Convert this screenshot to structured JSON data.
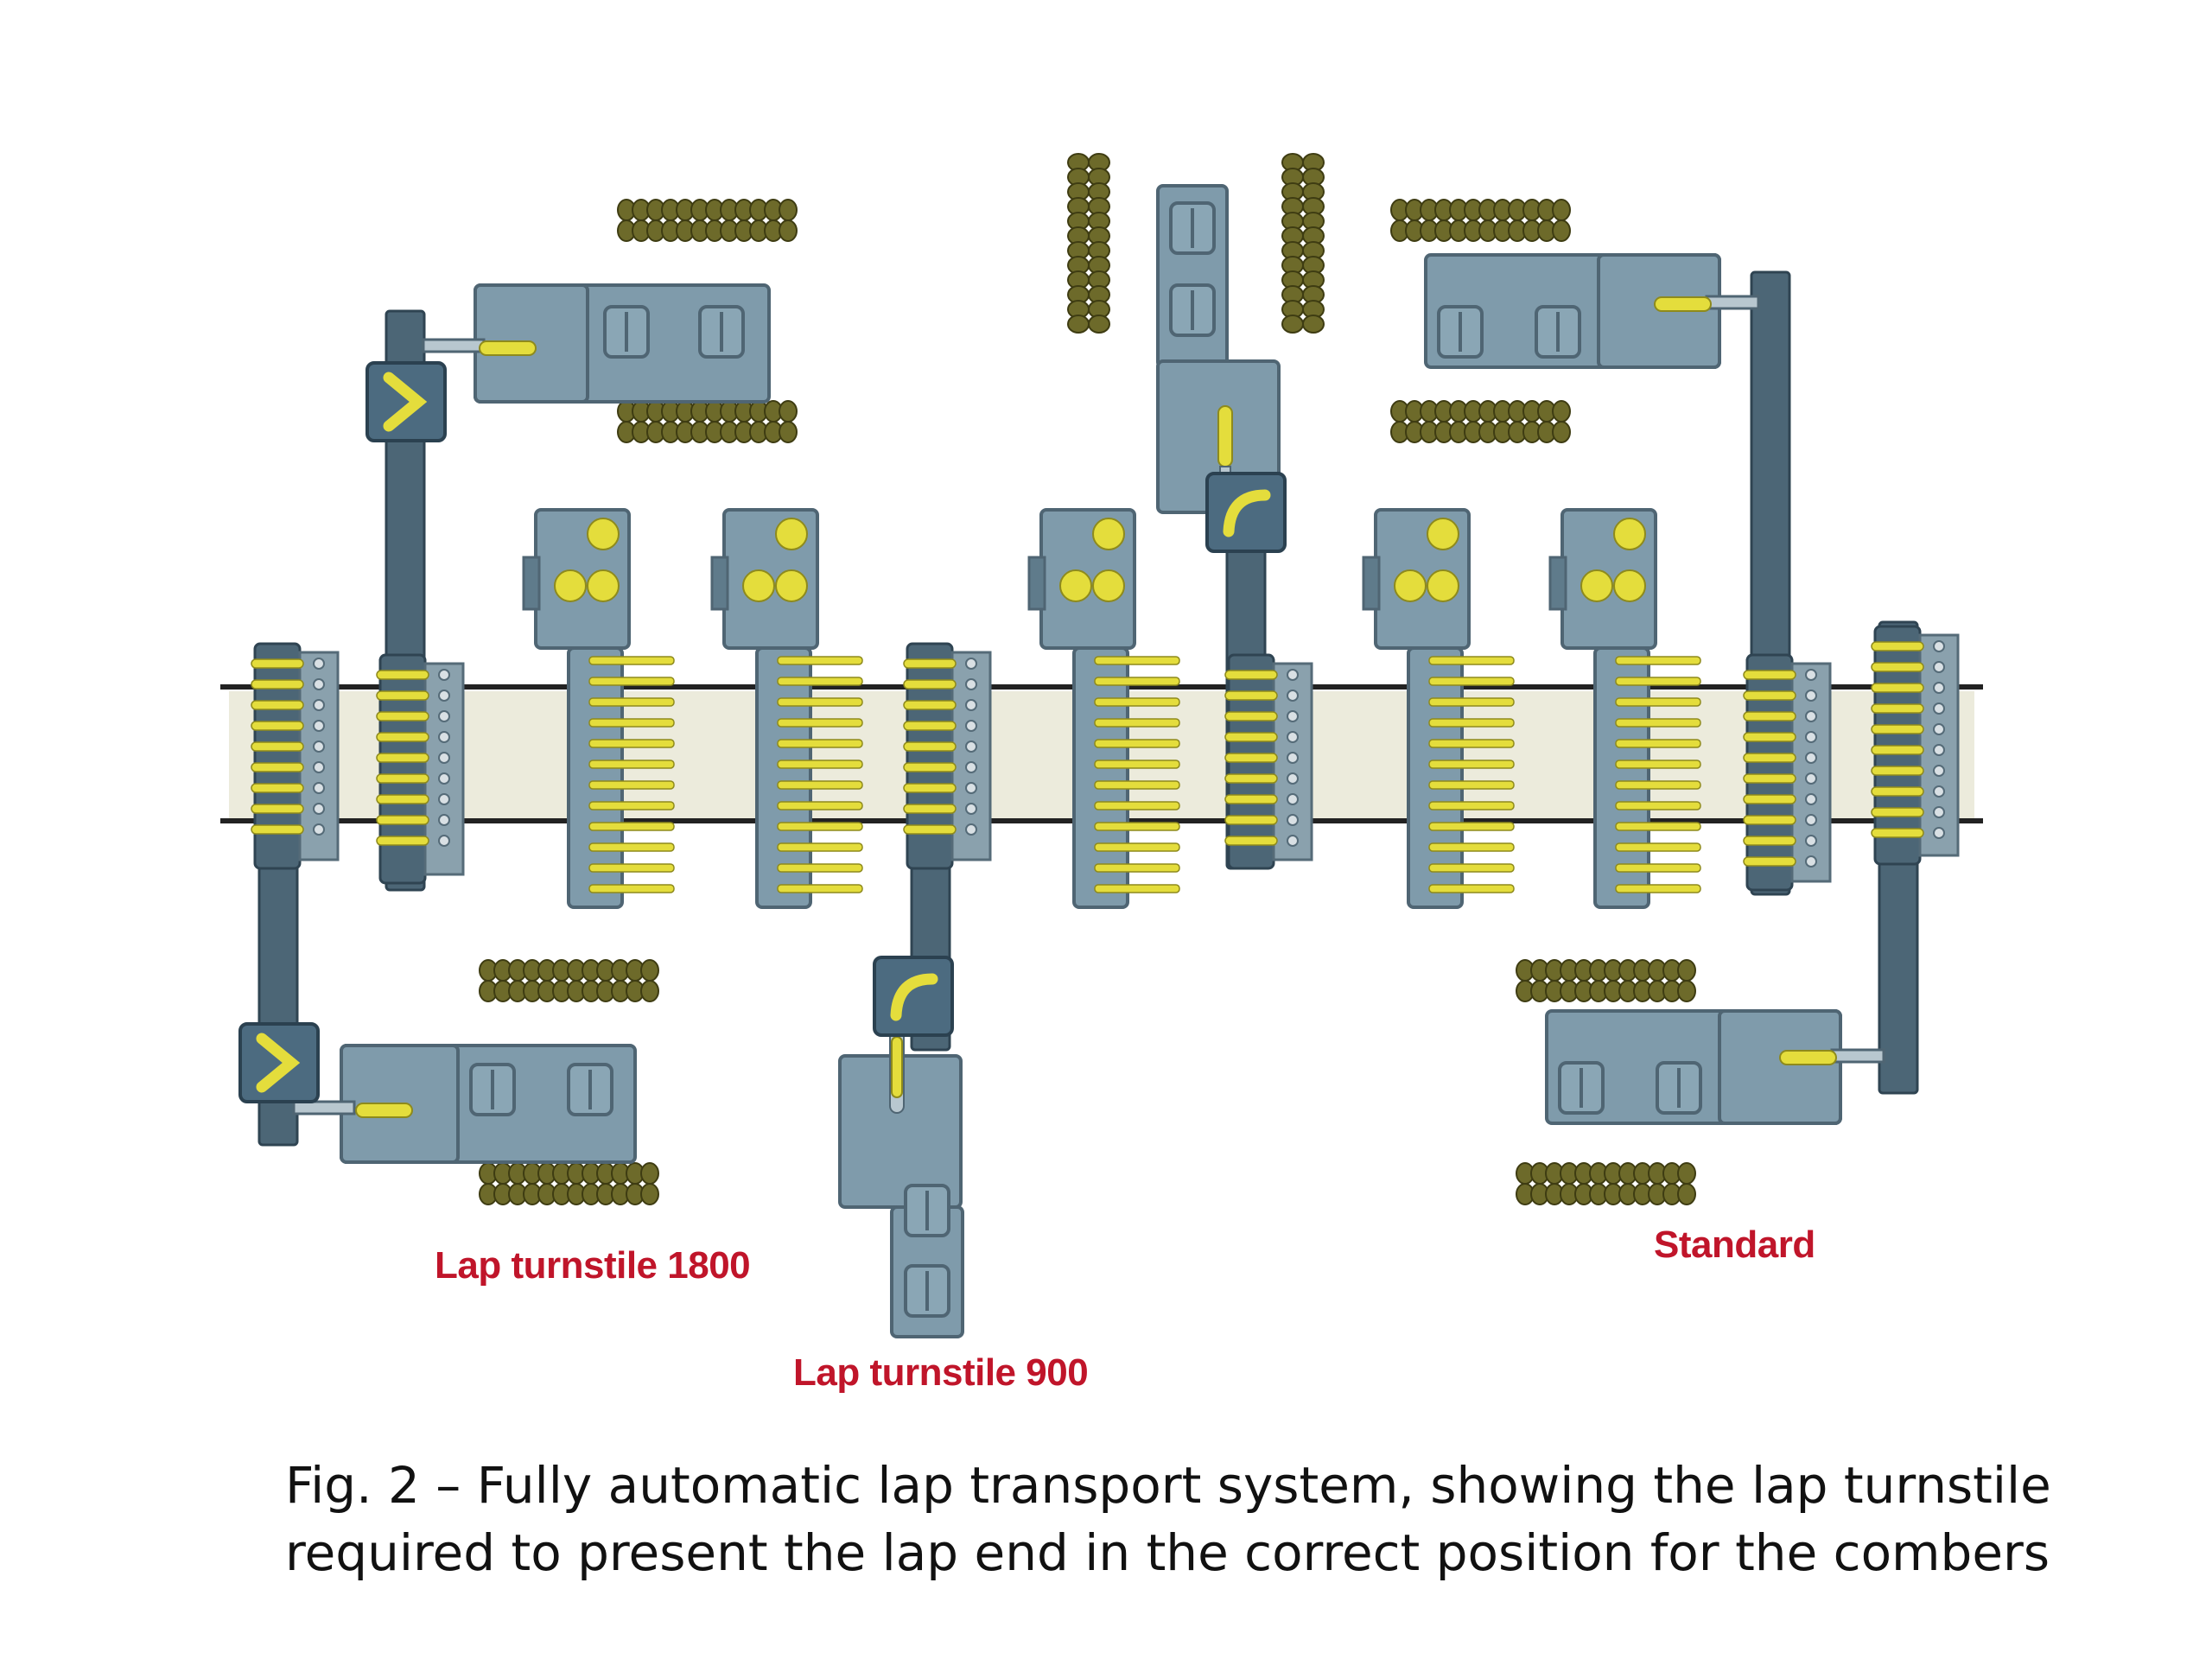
{
  "diagram": {
    "labels": {
      "lap_turnstile_1800": "Lap turnstile 1800",
      "lap_turnstile_900": "Lap turnstile 900",
      "standard": "Standard"
    },
    "caption": {
      "line1": "Fig. 2 – Fully automatic lap transport system, showing the lap turnstile",
      "line2": "required to present the lap end in the correct position for the combers"
    }
  },
  "colors": {
    "label_red": "#c0152a",
    "machine_fill": "#7f9bab",
    "machine_stroke": "#4f6573",
    "rail": "#4c6676",
    "accent_yellow": "#e4dd3c",
    "lap_olive": "#6d6a2a",
    "track_band": "#ecebdc",
    "track_line": "#222222"
  }
}
